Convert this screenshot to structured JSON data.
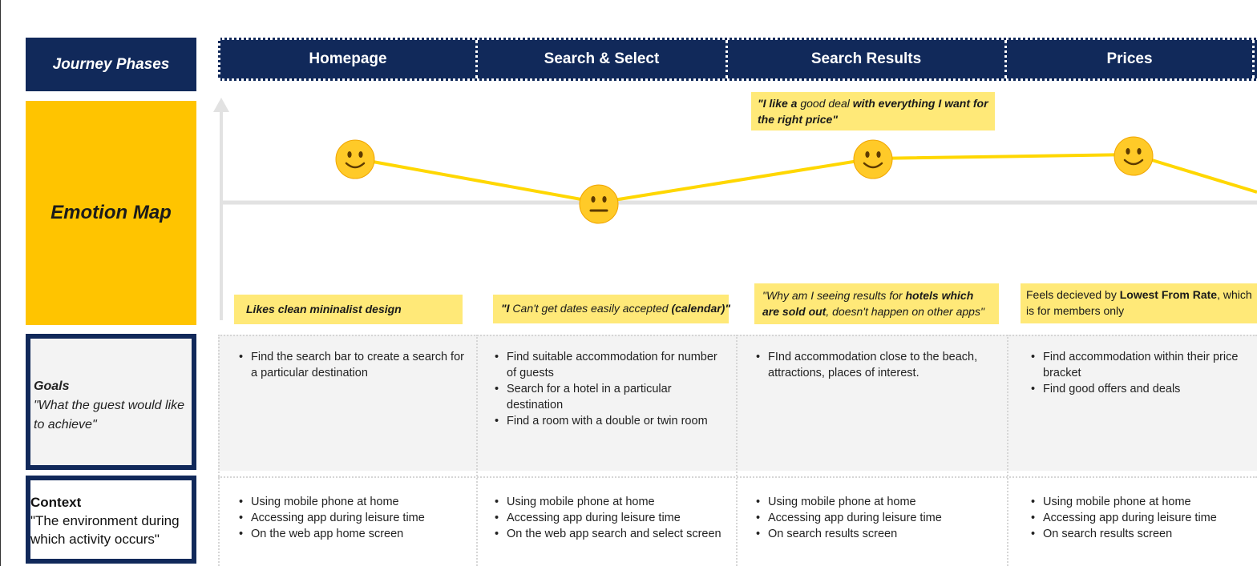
{
  "rows": {
    "phases_label": "Journey Phases",
    "emotion_label": "Emotion Map",
    "goals_title": "Goals",
    "goals_sub": "\"What the guest would like to achieve\"",
    "context_title": "Context",
    "context_sub": "\"The environment during which activity occurs\""
  },
  "phases": [
    "Homepage",
    "Search & Select",
    "Search Results",
    "Prices"
  ],
  "emotions": [
    "happy",
    "neutral",
    "happy",
    "happy"
  ],
  "colors": {
    "navy": "#11295a",
    "yellow": "#ffc400",
    "line": "#ffd700",
    "quote_bg": "#ffe978"
  },
  "quotes": {
    "top": {
      "a": "\"I like a ",
      "b": "good deal",
      "c": " with everything I want for the right price\""
    },
    "homepage": "Likes clean mininalist design",
    "search_select": {
      "a": "\"I",
      "b": " Can't get dates easily accepted ",
      "c": "(calendar)\""
    },
    "search_results": {
      "a": "\"Why am I seeing results for ",
      "b": "hotels which are sold out",
      "c": ", doesn't happen on other apps\""
    },
    "prices": {
      "a": "Feels decieved by ",
      "b": "Lowest From Rate",
      "c": ", which is for members only"
    }
  },
  "goals": [
    [
      "Find the search bar to create a search for a particular destination"
    ],
    [
      "Find suitable accommodation for number of guests",
      "Search for a hotel in a particular destination",
      "Find a room with a double or twin room"
    ],
    [
      "FInd accommodation close to the beach, attractions, places of interest."
    ],
    [
      "Find accommodation within their price bracket",
      "Find good offers and deals"
    ]
  ],
  "context": [
    [
      "Using mobile phone at home",
      "Accessing app during leisure time",
      "On the web app home screen"
    ],
    [
      "Using mobile phone at home",
      "Accessing app during leisure time",
      "On the web app search and select screen"
    ],
    [
      "Using mobile phone at home",
      "Accessing app during leisure time",
      "On search results screen"
    ],
    [
      "Using mobile phone at home",
      "Accessing app during leisure time",
      "On search results screen"
    ]
  ]
}
